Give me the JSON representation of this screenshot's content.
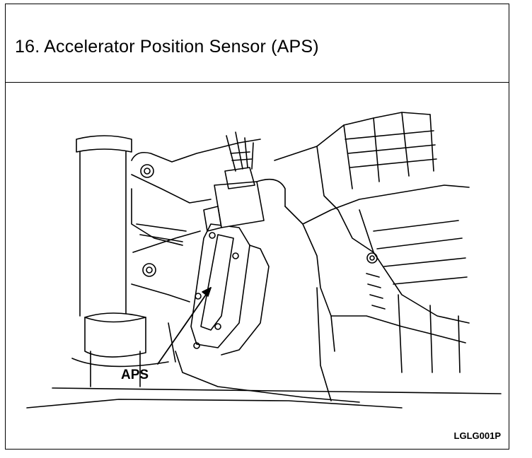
{
  "header": {
    "title": "16.  Accelerator Position Sensor (APS)"
  },
  "figure": {
    "callout_label": "APS",
    "figure_code": "LGLG001P"
  }
}
